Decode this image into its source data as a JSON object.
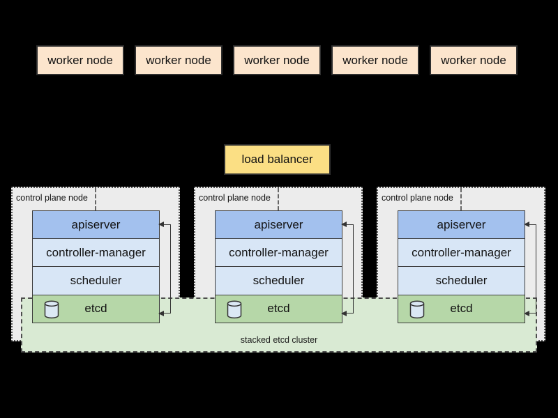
{
  "colors": {
    "background": "#000000",
    "worker_node_fill": "#fce5cd",
    "load_balancer_fill": "#fbdf84",
    "control_plane_node_fill": "#ececec",
    "apiserver_fill": "#a3c1ee",
    "controller_scheduler_fill": "#d8e6f6",
    "etcd_fill": "#b6d7a8",
    "etcd_band_fill": "#d9ead3"
  },
  "worker_nodes": [
    {
      "label": "worker node"
    },
    {
      "label": "worker node"
    },
    {
      "label": "worker node"
    },
    {
      "label": "worker node"
    },
    {
      "label": "worker node"
    }
  ],
  "load_balancer": {
    "label": "load balancer"
  },
  "control_plane_nodes": [
    {
      "label": "control plane node",
      "components": {
        "apiserver": "apiserver",
        "controller_manager": "controller-manager",
        "scheduler": "scheduler",
        "etcd": "etcd"
      }
    },
    {
      "label": "control plane node",
      "components": {
        "apiserver": "apiserver",
        "controller_manager": "controller-manager",
        "scheduler": "scheduler",
        "etcd": "etcd"
      }
    },
    {
      "label": "control plane node",
      "components": {
        "apiserver": "apiserver",
        "controller_manager": "controller-manager",
        "scheduler": "scheduler",
        "etcd": "etcd"
      }
    }
  ],
  "etcd_band": {
    "label": "stacked etcd cluster"
  },
  "icons": {
    "etcd_cylinder": "database-cylinder-icon"
  }
}
